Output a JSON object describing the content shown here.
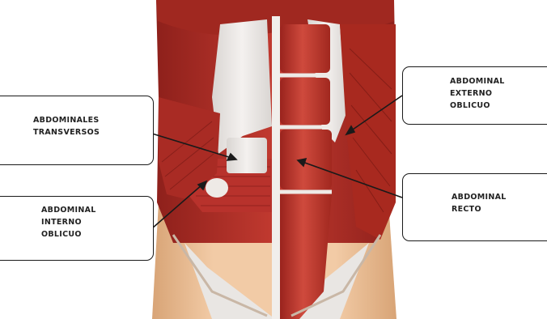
{
  "labels": {
    "transversos": "ABDOMINALES\nTRANSVERSOS",
    "interno": "ABDOMINAL\nINTERNO\nOBLICUO",
    "externo": "ABDOMINAL\nEXTERNO\nOBLICUO",
    "recto": "ABDOMINAL\nRECTO"
  },
  "colors": {
    "muscle_red": "#b8322c",
    "muscle_dark": "#7e1a16",
    "fascia_white": "#ece8e4",
    "skin": "#f0c7a0",
    "skin_shadow": "#d9a878",
    "background": "#ffffff",
    "border": "#1a1a1a"
  }
}
